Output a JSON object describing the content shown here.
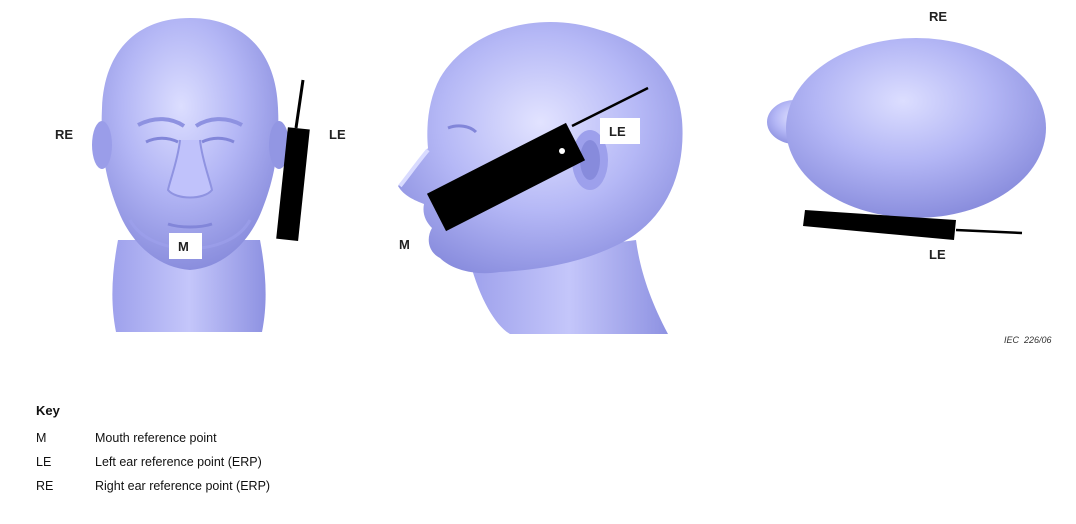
{
  "figure": {
    "views": [
      {
        "labels": {
          "right_ear": "RE",
          "left_ear": "LE",
          "mouth": "M"
        }
      },
      {
        "labels": {
          "left_ear": "LE",
          "mouth": "M"
        }
      },
      {
        "labels": {
          "right_ear": "RE",
          "left_ear": "LE"
        }
      }
    ],
    "credit": "IEC  226/06",
    "colors": {
      "head": "#a9acf2",
      "head_shadow": "#7f83d8",
      "head_highlight": "#d8daff",
      "phone": "#000000"
    }
  },
  "key": {
    "title": "Key",
    "items": [
      {
        "code": "M",
        "description": "Mouth reference point"
      },
      {
        "code": "LE",
        "description": "Left ear reference point (ERP)"
      },
      {
        "code": "RE",
        "description": "Right ear reference point (ERP)"
      }
    ]
  }
}
